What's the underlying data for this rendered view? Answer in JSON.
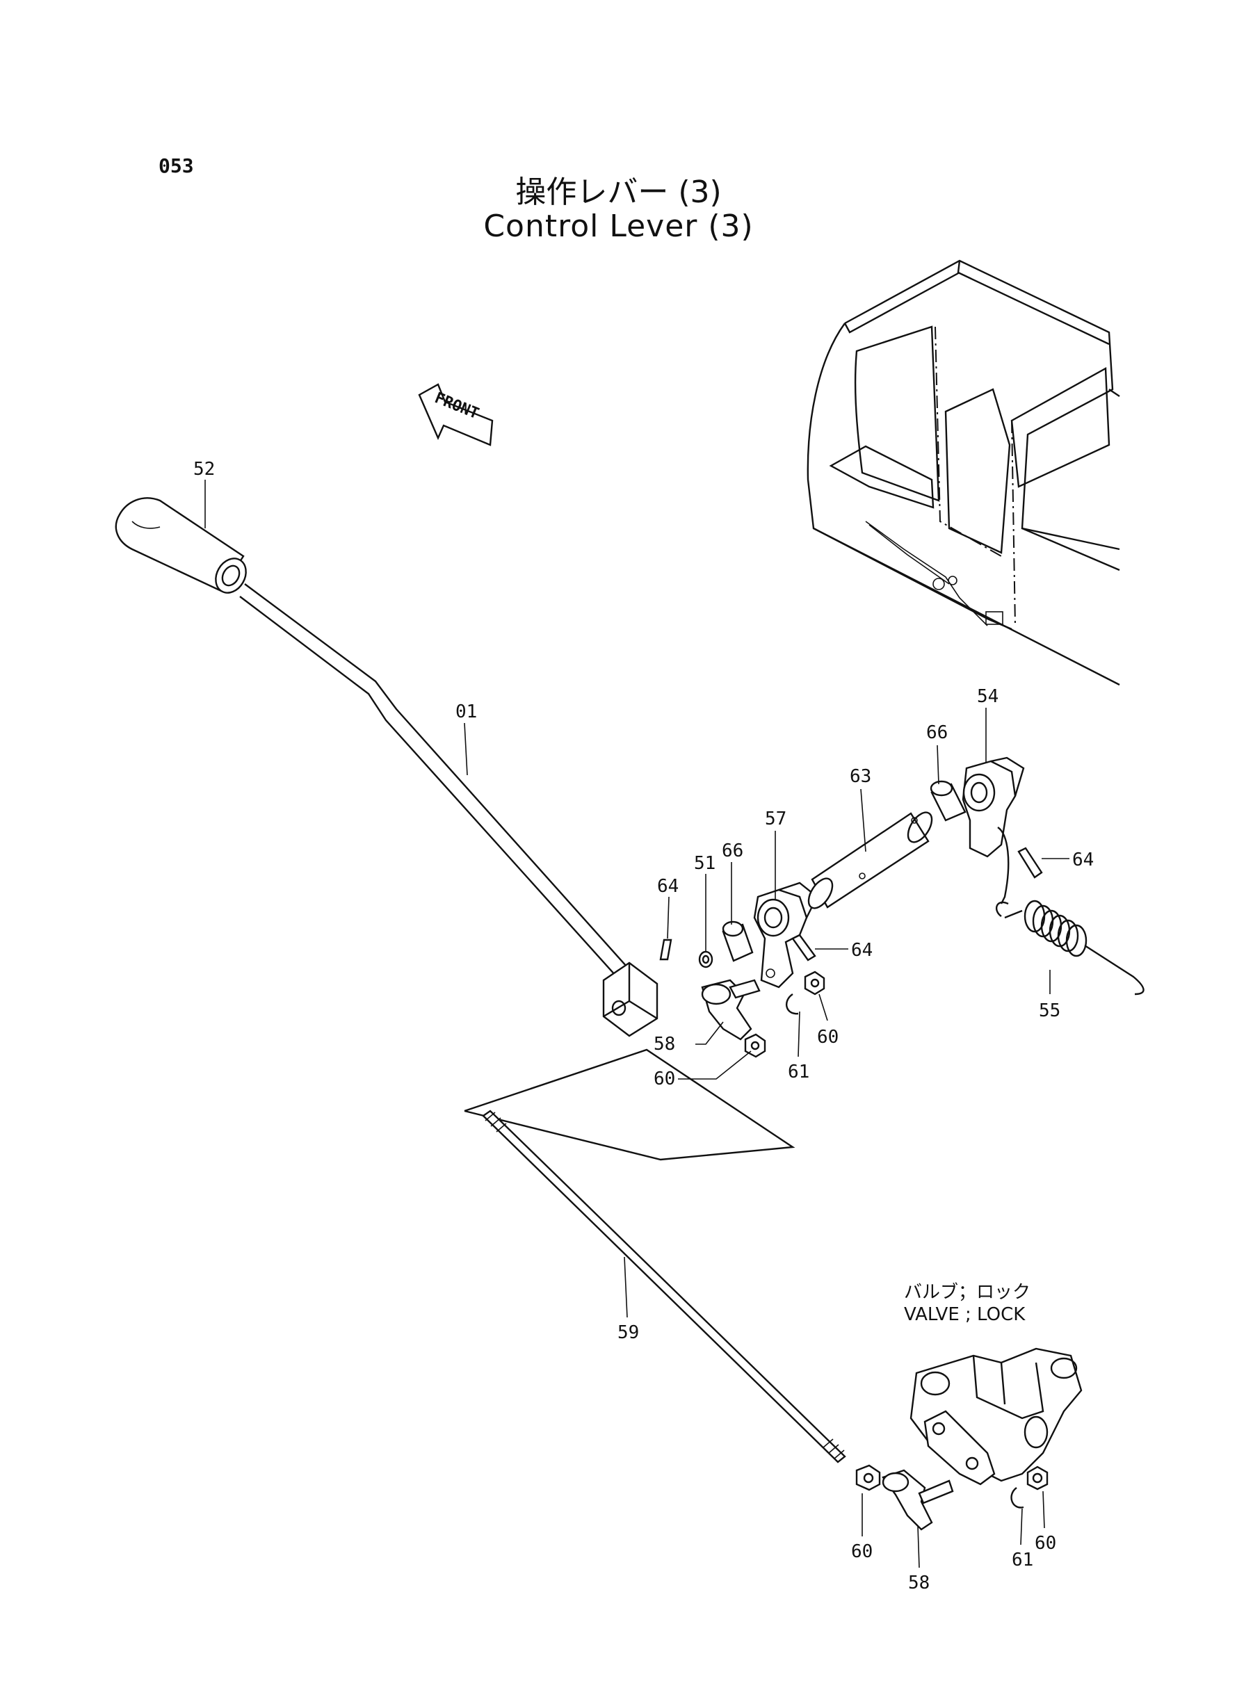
{
  "page_code": "053",
  "title": {
    "japanese": "操作レバー (3)",
    "english": "Control Lever (3)"
  },
  "front_arrow_label": "FRONT",
  "valve_label": {
    "japanese": "バルブ；ロック",
    "english": "VALVE ; LOCK"
  },
  "callouts": {
    "c01": "01",
    "c52": "52",
    "c54": "54",
    "c66a": "66",
    "c63": "63",
    "c57": "57",
    "c66b": "66",
    "c51": "51",
    "c64a": "64",
    "c64b": "64",
    "c64c": "64",
    "c55": "55",
    "c58a": "58",
    "c60a": "60",
    "c61a": "61",
    "c60b": "60",
    "c59": "59",
    "c60c": "60",
    "c58b": "58",
    "c61b": "61",
    "c60d": "60"
  }
}
